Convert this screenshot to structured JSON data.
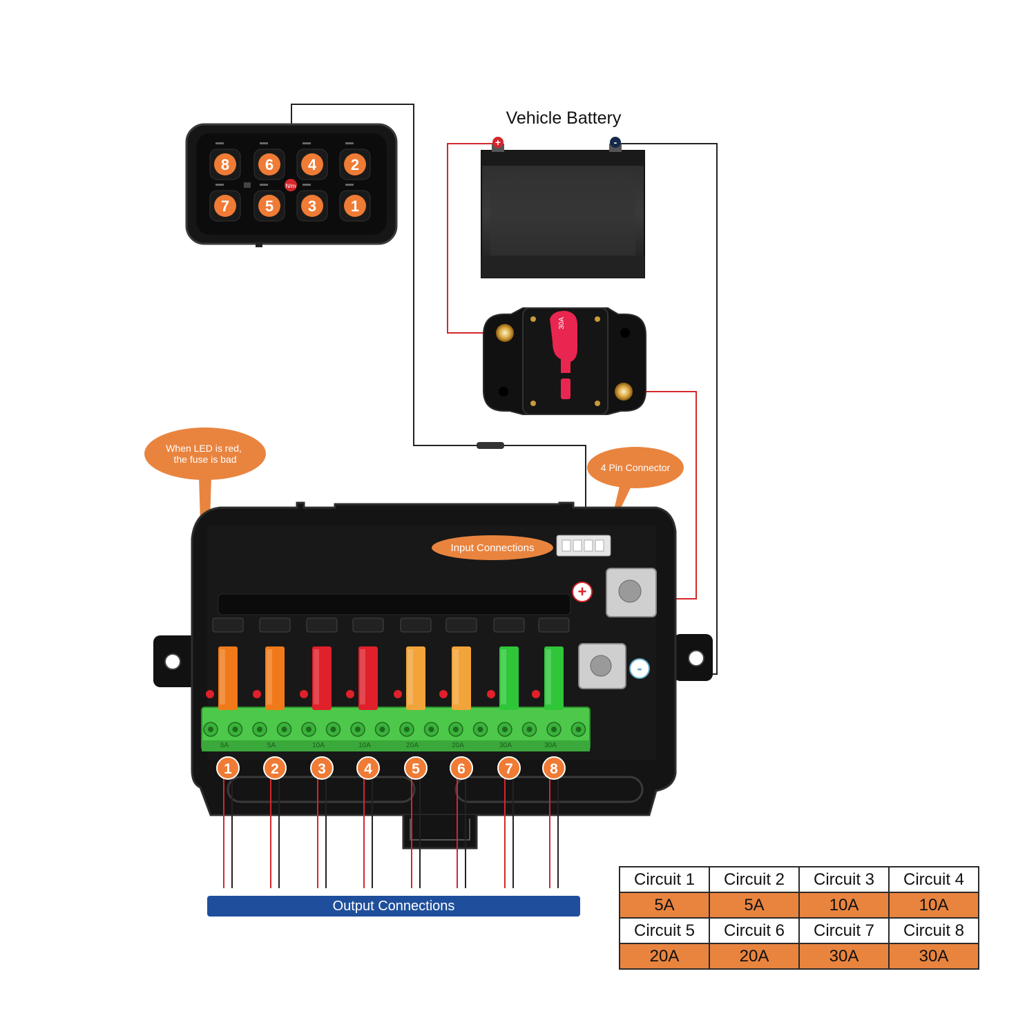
{
  "battery": {
    "label": "Vehicle Battery",
    "pos_symbol": "+",
    "neg_symbol": "-"
  },
  "switch_panel": {
    "top_row": [
      "8",
      "6",
      "4",
      "2"
    ],
    "bottom_row": [
      "7",
      "5",
      "3",
      "1"
    ],
    "center_logo": "N/m"
  },
  "breaker": {
    "rating": "30A"
  },
  "callouts": {
    "led_line1": "When LED is red,",
    "led_line2": "the fuse is bad",
    "pin_connector": "4 Pin Connector",
    "input_connections": "Input Connections",
    "output_connections": "Output Connections"
  },
  "fuse_box": {
    "pos_terminal_symbol": "+",
    "neg_terminal_symbol": "-",
    "fuses": [
      {
        "number": "1",
        "color": "#f07a1a",
        "rating": "5A"
      },
      {
        "number": "2",
        "color": "#f07a1a",
        "rating": "5A"
      },
      {
        "number": "3",
        "color": "#e0202a",
        "rating": "10A"
      },
      {
        "number": "4",
        "color": "#e0202a",
        "rating": "10A"
      },
      {
        "number": "5",
        "color": "#f2a43a",
        "rating": "20A"
      },
      {
        "number": "6",
        "color": "#f2a43a",
        "rating": "20A"
      },
      {
        "number": "7",
        "color": "#2fc63a",
        "rating": "30A"
      },
      {
        "number": "8",
        "color": "#2fc63a",
        "rating": "30A"
      }
    ]
  },
  "circuit_table": {
    "rows": [
      {
        "names": [
          "Circuit 1",
          "Circuit 2",
          "Circuit 3",
          "Circuit 4"
        ],
        "amps": [
          "5A",
          "5A",
          "10A",
          "10A"
        ]
      },
      {
        "names": [
          "Circuit 5",
          "Circuit 6",
          "Circuit 7",
          "Circuit 8"
        ],
        "amps": [
          "20A",
          "20A",
          "30A",
          "30A"
        ]
      }
    ]
  },
  "colors": {
    "orange": "#e9843f",
    "blue_bar": "#1f4f9c",
    "box": "#131313",
    "red_wire": "#d4262b",
    "terminal_green": "#4ec84a"
  }
}
